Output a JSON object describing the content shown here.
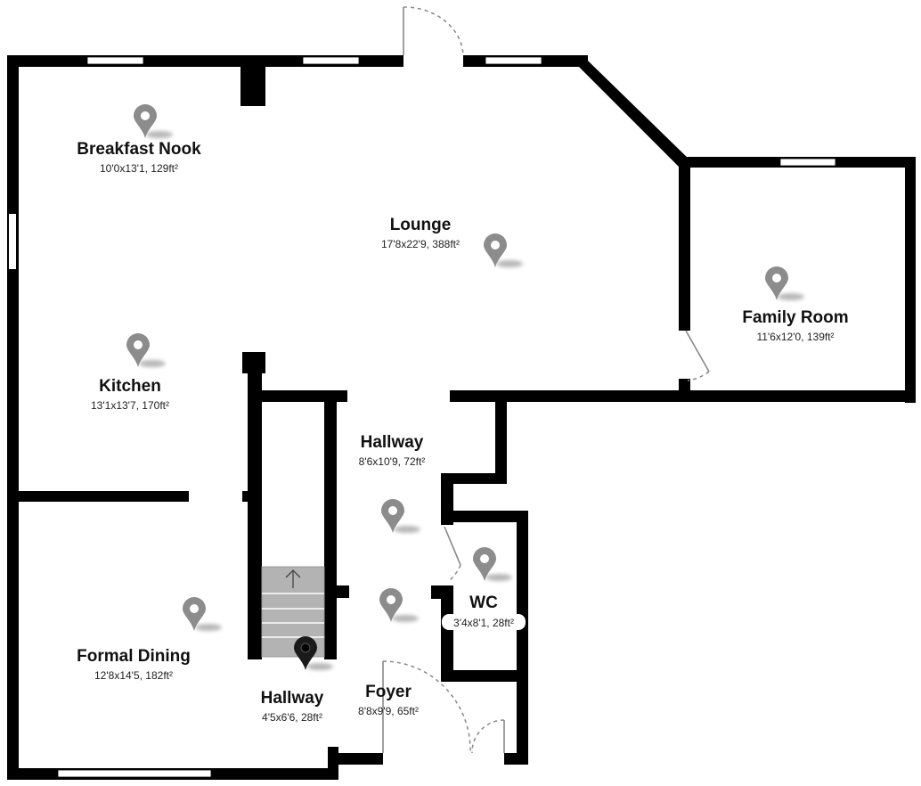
{
  "colors": {
    "wall": "#000000",
    "window": "#ffffff",
    "pin": "#8c8c8c",
    "pin_active": "#1a1a1a",
    "stairs": "#b3b3b3"
  },
  "icons": {
    "marker": "map-pin-icon",
    "stairs_arrow": "arrow-up-icon"
  },
  "rooms": [
    {
      "id": "breakfast-nook",
      "name": "Breakfast Nook",
      "dims": "10'0x13'1, 129ft²"
    },
    {
      "id": "lounge",
      "name": "Lounge",
      "dims": "17'8x22'9, 388ft²"
    },
    {
      "id": "family-room",
      "name": "Family Room",
      "dims": "11'6x12'0, 139ft²"
    },
    {
      "id": "kitchen",
      "name": "Kitchen",
      "dims": "13'1x13'7, 170ft²"
    },
    {
      "id": "hallway-upper",
      "name": "Hallway",
      "dims": "8'6x10'9, 72ft²"
    },
    {
      "id": "wc",
      "name": "WC",
      "dims": "3'4x8'1, 28ft²"
    },
    {
      "id": "formal-dining",
      "name": "Formal Dining",
      "dims": "12'8x14'5, 182ft²"
    },
    {
      "id": "hallway-lower",
      "name": "Hallway",
      "dims": "4'5x6'6, 28ft²"
    },
    {
      "id": "foyer",
      "name": "Foyer",
      "dims": "8'8x9'9, 65ft²"
    }
  ]
}
